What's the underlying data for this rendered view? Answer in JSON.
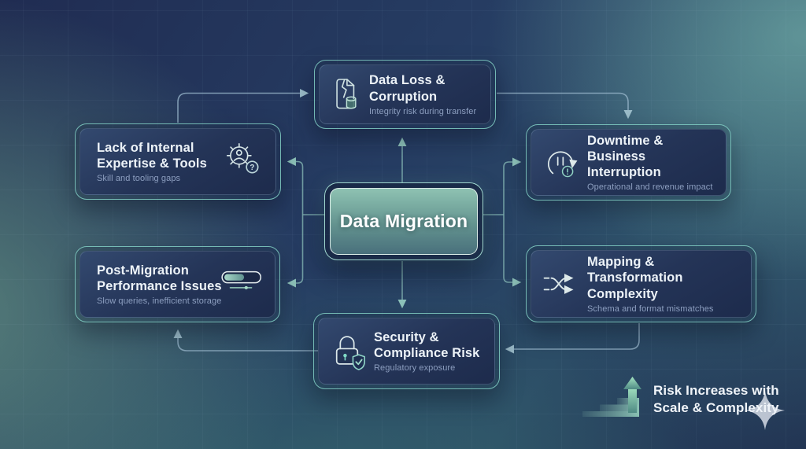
{
  "center": {
    "label": "Data Migration"
  },
  "nodes": [
    {
      "id": "data-loss",
      "title": "Data Loss & Corruption",
      "subtitle": "Integrity risk during transfer",
      "icon": "broken-file-database-icon"
    },
    {
      "id": "expertise",
      "title": "Lack of Internal Expertise & Tools",
      "subtitle": "Skill and tooling gaps",
      "icon": "gear-person-question-icon"
    },
    {
      "id": "downtime",
      "title": "Downtime & Business Interruption",
      "subtitle": "Operational and revenue impact",
      "icon": "pause-cycle-clock-icon"
    },
    {
      "id": "performance",
      "title": "Post-Migration Performance Issues",
      "subtitle": "Slow queries, inefficient storage",
      "icon": "progress-bar-slider-icon"
    },
    {
      "id": "mapping",
      "title": "Mapping & Transformation Complexity",
      "subtitle": "Schema and format mismatches",
      "icon": "shuffle-arrows-icon"
    },
    {
      "id": "security",
      "title": "Security & Compliance Risk",
      "subtitle": "Regulatory exposure",
      "icon": "lock-shield-check-icon"
    }
  ],
  "legend": {
    "line1": "Risk Increases with",
    "line2": "Scale & Complexity",
    "icon": "rising-stairs-arrow-icon",
    "decoration": "sparkle-icon"
  },
  "colors": {
    "background_navy": "#22305a",
    "background_teal": "#4b7e80",
    "background_green": "#5d8a78",
    "box_border": "#7ecbc1",
    "box_fill": "#243457",
    "center_fill_top": "#8ec2b2",
    "center_fill_bottom": "#49707c",
    "title_text": "#edf3f8",
    "subtitle_text": "#8d9fc0",
    "connector": "#8fb3c4",
    "accent_teal": "#8fd4c4"
  }
}
